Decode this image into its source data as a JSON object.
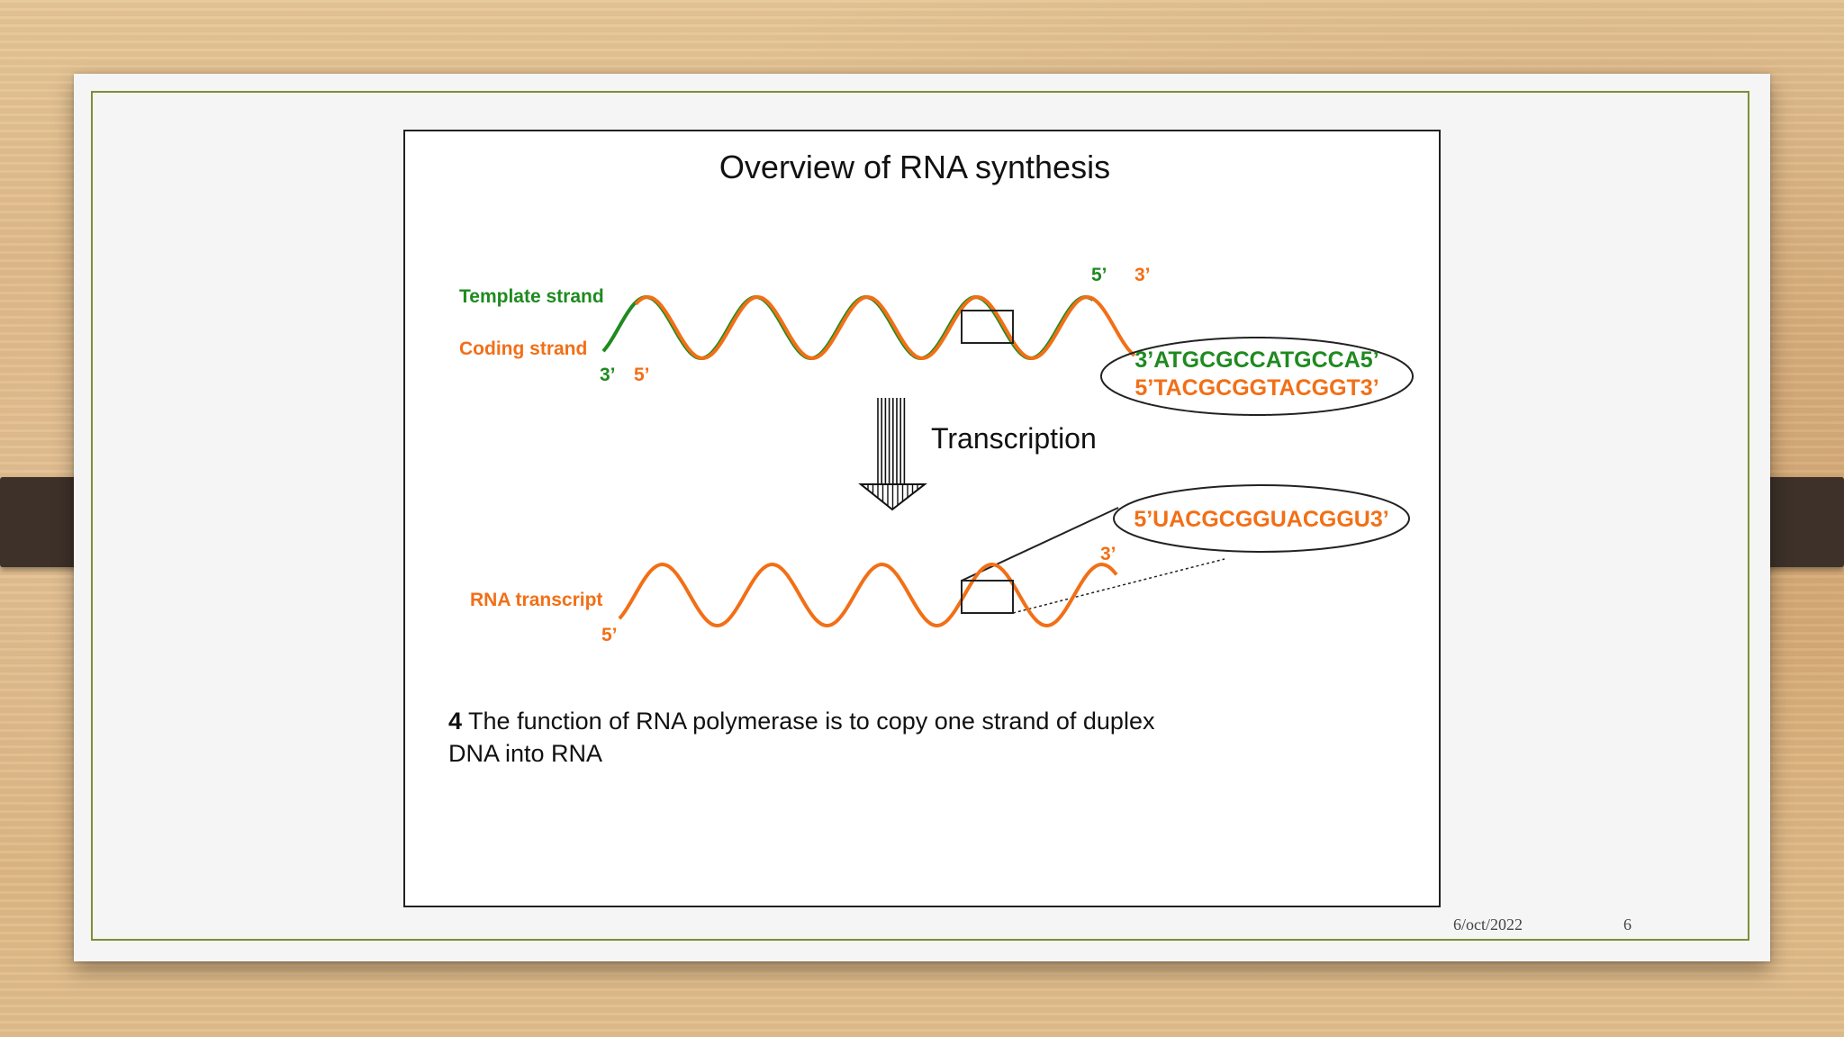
{
  "diagram": {
    "title": "Overview of RNA synthesis",
    "template_strand_label": "Template strand",
    "coding_strand_label": "Coding strand",
    "template_start_end": "3’",
    "coding_start_end": "5’",
    "template_top_end": "5’",
    "coding_top_end": "3’",
    "template_sequence": "3’ATGCGCCATGCCA5’",
    "coding_sequence": "5’TACGCGGTACGGT3’",
    "process_label": "Transcription",
    "rna_label": "RNA transcript",
    "rna_start_end": "5’",
    "rna_top_end": "3’",
    "rna_sequence": "5’UACGCGGUACGGU3’",
    "caption_number": "4",
    "caption_line1": " The function of RNA polymerase is to copy one strand of duplex",
    "caption_line2": "DNA into RNA",
    "colors": {
      "template": "#1f8a20",
      "coding": "#f26f16",
      "frame": "#7d8f35"
    }
  },
  "footer": {
    "date": "6/oct/2022",
    "page": "6"
  }
}
